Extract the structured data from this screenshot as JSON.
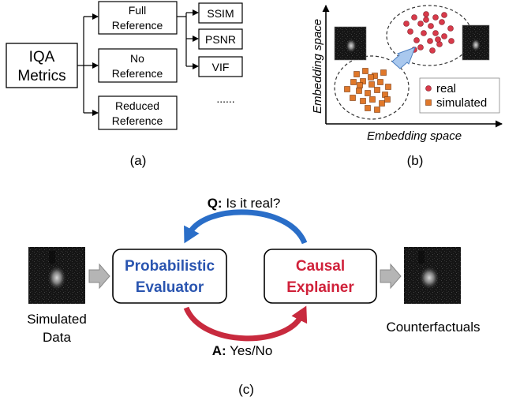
{
  "panel_a": {
    "root_label": [
      "IQA",
      "Metrics"
    ],
    "categories": [
      {
        "lines": [
          "Full",
          "Reference"
        ]
      },
      {
        "lines": [
          "No",
          "Reference"
        ]
      },
      {
        "lines": [
          "Reduced",
          "Reference"
        ]
      }
    ],
    "metrics": [
      "SSIM",
      "PSNR",
      "VIF"
    ],
    "more": "......",
    "caption": "(a)"
  },
  "panel_b": {
    "y_label": "Embedding space",
    "x_label": "Embedding space",
    "legend": {
      "real": "real",
      "simulated": "simulated"
    },
    "colors": {
      "real": "#d83a4a",
      "simulated": "#e0782a",
      "arrow": "#a9c8ee"
    },
    "caption": "(b)"
  },
  "panel_c": {
    "question_prefix": "Q:",
    "question_text": " Is it real?",
    "answer_prefix": "A:",
    "answer_text": " Yes/No",
    "evaluator": [
      "Probabilistic",
      "Evaluator"
    ],
    "explainer": [
      "Causal",
      "Explainer"
    ],
    "input_label": [
      "Simulated",
      "Data"
    ],
    "output_label": "Counterfactuals",
    "colors": {
      "evaluator": "#2a55b0",
      "explainer": "#d0213a",
      "top_arrow": "#2a6ec8",
      "bottom_arrow": "#c82a3e",
      "gray_arrow": "#9a9a9a"
    },
    "caption": "(c)"
  }
}
